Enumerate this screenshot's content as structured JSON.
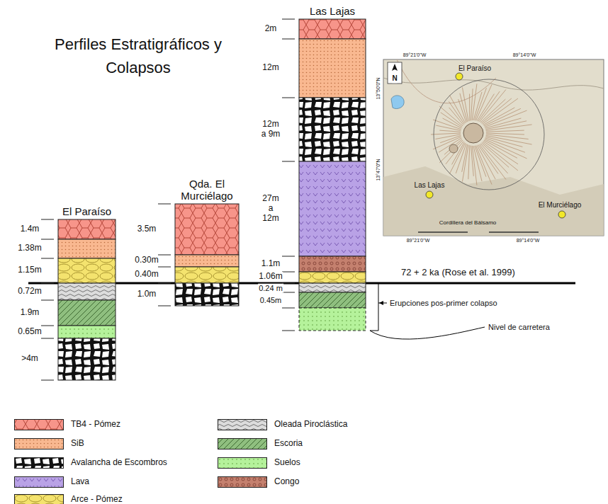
{
  "diagram": {
    "title": "Perfiles Estratigráficos y Colapsos",
    "nodes": [
      {
        "text": [
          "El Paraíso"
        ]
      },
      {
        "text": [
          "Qda. El Murciélago"
        ]
      },
      {
        "text": [
          "Las Lajas"
        ]
      }
    ],
    "labels": [
      "1.4m",
      "1.38m",
      "1.15m",
      "0.72m",
      "1.9m",
      "0.65m",
      ">4m",
      "3.5m",
      "0.30m",
      "0.40m",
      "1.0m",
      "2m",
      "12m",
      "12m a 9m",
      "27m a 12m",
      "1.1m",
      "1.06m",
      "0.24 m",
      "0.45m",
      "72 + 2 ka (Rose et al. 1999)",
      "Erupciones pos-primer colapso",
      "Nivel de carretera",
      "N",
      "El Paraíso",
      "Las Lajas",
      "El Murciélago",
      "89°21'0\"W",
      "89°14'0\"W",
      "89°21'0\"W",
      "89°14'0\"W",
      "13°50'0\"N",
      "13°47'0\"N",
      "Cordillera del Bálsamo"
    ],
    "legend": [
      {
        "text": "TB4 - Pómez",
        "color": "#f7958a"
      },
      {
        "text": "SiB",
        "color": "#f9b890"
      },
      {
        "text": "Avalancha de Escombros",
        "color": "#111111"
      },
      {
        "text": "Lava",
        "color": "#b9a2e6"
      },
      {
        "text": "Arce - Pómez",
        "color": "#f4e36e"
      },
      {
        "text": "Oleada Piroclástica",
        "color": "#dcdcdc"
      },
      {
        "text": "Escoria",
        "color": "#8fbf7f"
      },
      {
        "text": "Suelos",
        "color": "#b5f29b"
      },
      {
        "text": "Congo",
        "color": "#c4806e"
      }
    ]
  }
}
